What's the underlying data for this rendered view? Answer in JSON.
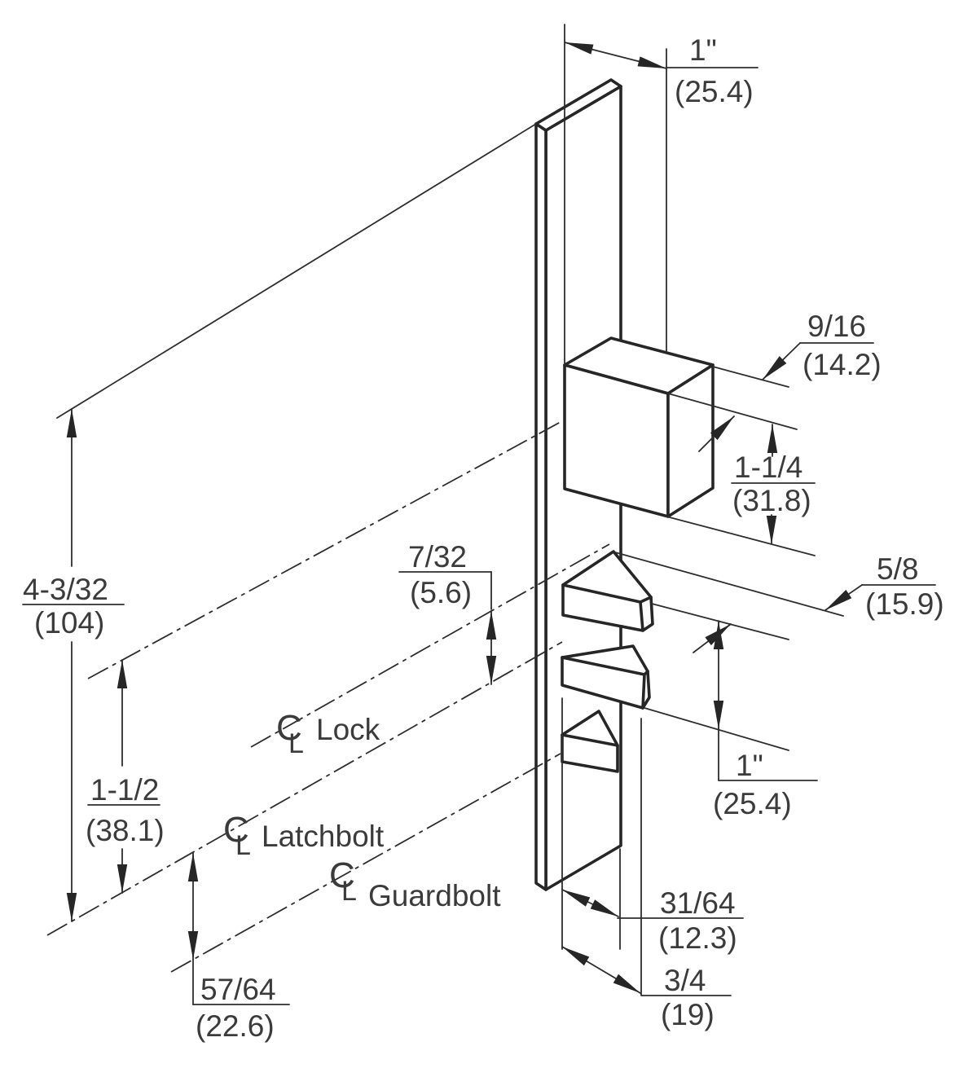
{
  "drawing": {
    "kind": "isometric dimensioned technical drawing",
    "subject": "mortise deadlock faceplate with deadbolt, latchbolt and guardbolt",
    "colors": {
      "line": "#262626",
      "text": "#3b3b3b",
      "background": "#ffffff"
    }
  },
  "dimensions": {
    "deadbolt_throw": {
      "fraction": "1\"",
      "metric": "(25.4)"
    },
    "deadbolt_thickness": {
      "fraction": "9/16",
      "metric": "(14.2)"
    },
    "deadbolt_height": {
      "fraction": "1-1/4",
      "metric": "(31.8)"
    },
    "lock_latch_offset": {
      "fraction": "7/32",
      "metric": "(5.6)"
    },
    "latch_throw": {
      "fraction": "5/8",
      "metric": "(15.9)"
    },
    "top_to_latch": {
      "fraction": "4-3/32",
      "metric": "(104)"
    },
    "bolt_to_latch": {
      "fraction": "1-1/2",
      "metric": "(38.1)"
    },
    "latch_face_height": {
      "fraction": "1\"",
      "metric": "(25.4)"
    },
    "latch_to_guard": {
      "fraction": "57/64",
      "metric": "(22.6)"
    },
    "guard_inset": {
      "fraction": "31/64",
      "metric": "(12.3)"
    },
    "faceplate_width": {
      "fraction": "3/4",
      "metric": "(19)"
    }
  },
  "centerlines": {
    "symbol_c": "C",
    "symbol_l": "L",
    "lock_label": "Lock",
    "latchbolt_label": "Latchbolt",
    "guardbolt_label": "Guardbolt"
  }
}
